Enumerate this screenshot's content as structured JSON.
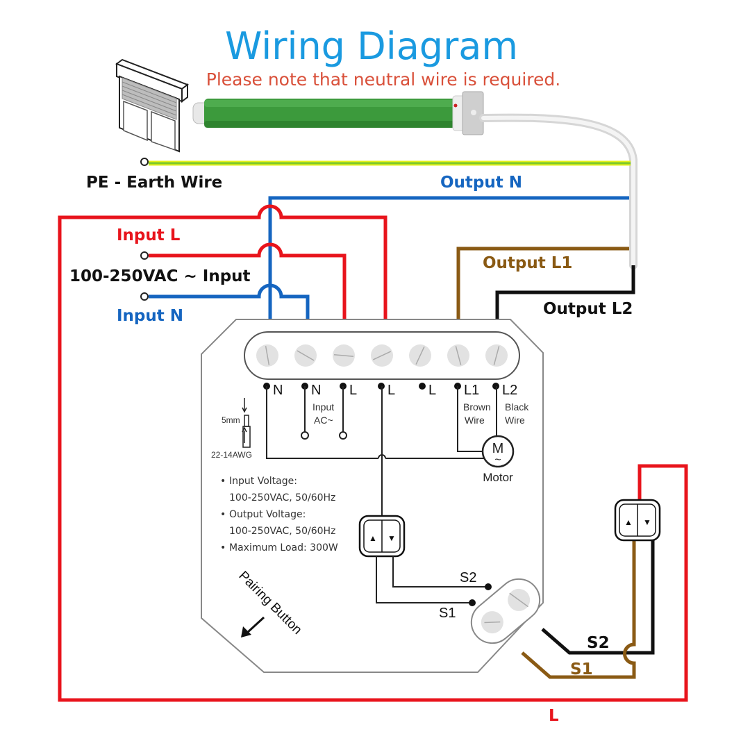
{
  "header": {
    "title": "Wiring Diagram",
    "note": "Please note that neutral wire is required."
  },
  "colors": {
    "title": "#1a9ae0",
    "note": "#d9503a",
    "live_red": "#e8141c",
    "neutral_blue": "#1565c0",
    "earth_green": "#7cc82a",
    "brown": "#8a5a14",
    "black": "#111111",
    "motor_green": "#3c9a3c"
  },
  "labels": {
    "earth": "PE - Earth Wire",
    "output_n": "Output N",
    "input_l": "Input L",
    "input_voltage": "100-250VAC ~ Input",
    "input_n": "Input N",
    "output_l1": "Output L1",
    "output_l2": "Output L2",
    "bottom_l": "L",
    "ext_s1": "S1",
    "ext_s2": "S2"
  },
  "module": {
    "terminals": [
      {
        "label": "N"
      },
      {
        "label": "N"
      },
      {
        "label": "L"
      },
      {
        "label": "L"
      },
      {
        "label": "L"
      },
      {
        "label": "L1"
      },
      {
        "label": "L2"
      }
    ],
    "input_ac_label": [
      "Input",
      "AC~"
    ],
    "brown_wire_label": [
      "Brown",
      "Wire"
    ],
    "black_wire_label": [
      "Black",
      "Wire"
    ],
    "motor_symbol": "M",
    "motor_tilde": "~",
    "motor_label": "Motor",
    "strip_length": "5mm",
    "wire_gauge": "22-14AWG",
    "specs": [
      {
        "bullet": "•",
        "line1": "Input Voltage:",
        "line2": "100-250VAC, 50/60Hz"
      },
      {
        "bullet": "•",
        "line1": "Output Voltage:",
        "line2": "100-250VAC, 50/60Hz"
      },
      {
        "bullet": "•",
        "line1": "Maximum Load: 300W",
        "line2": ""
      }
    ],
    "pairing_button": "Pairing Button",
    "s1": "S1",
    "s2": "S2"
  },
  "switch": {
    "up_icon": "▲",
    "down_icon": "▼"
  }
}
